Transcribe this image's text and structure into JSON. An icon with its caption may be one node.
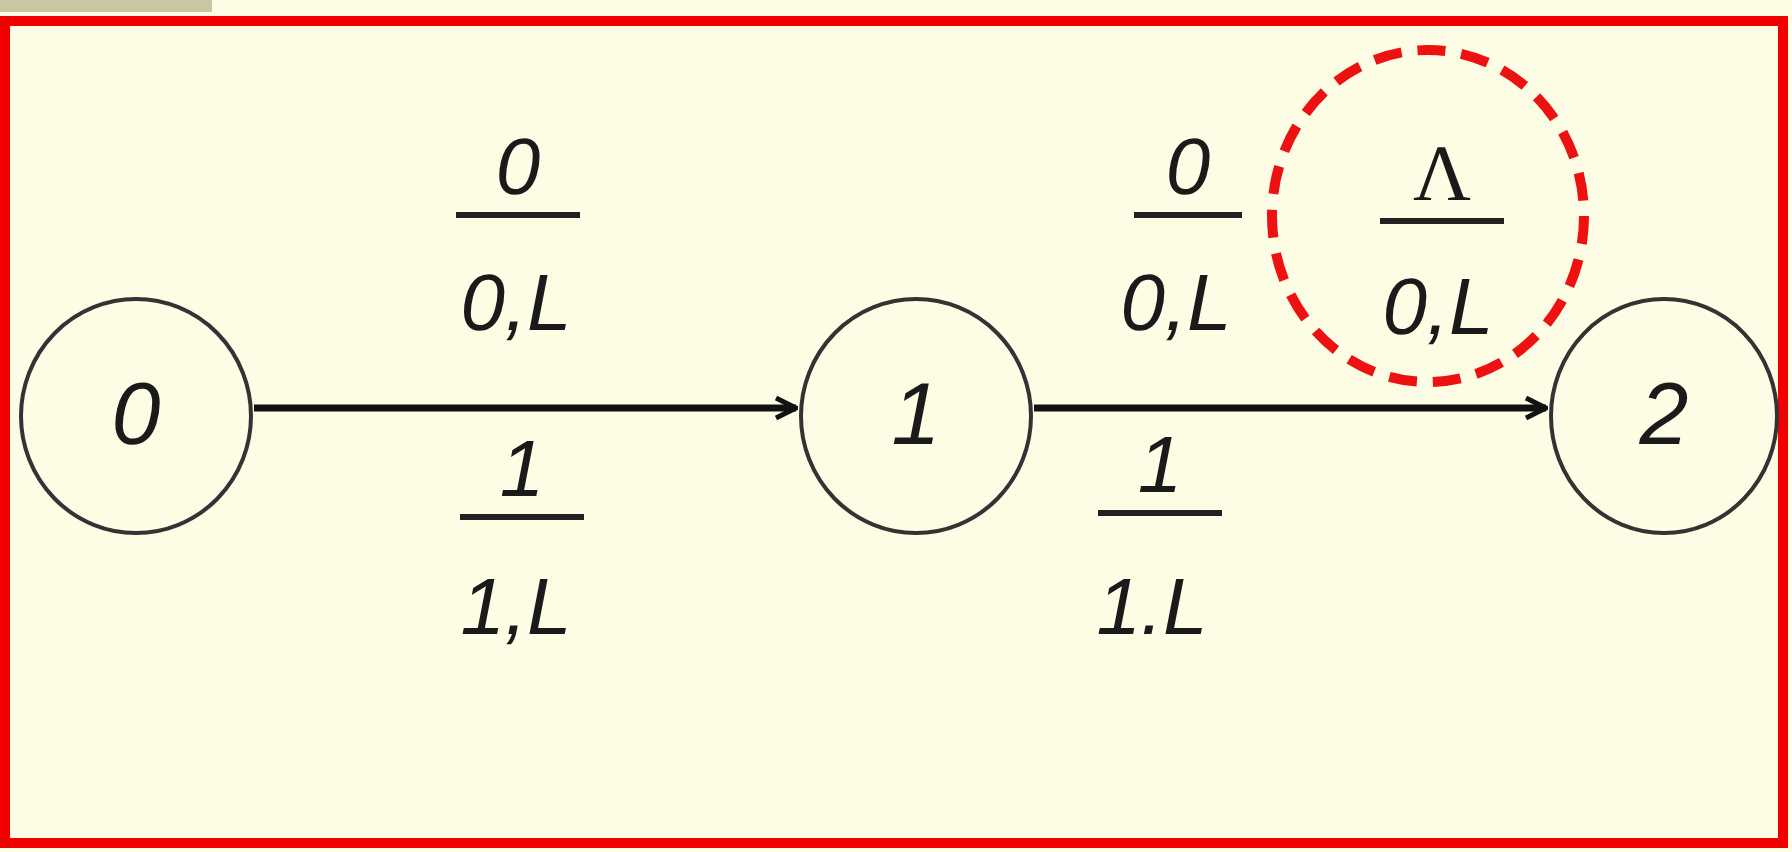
{
  "diagram": {
    "nodes": [
      {
        "text": [
          "0"
        ]
      },
      {
        "text": [
          "1"
        ]
      },
      {
        "text": [
          "Λ",
          "0,L"
        ]
      },
      {
        "text": [
          "2"
        ]
      }
    ],
    "edges": [
      {
        "from": 0,
        "to": 1,
        "arrow": "to"
      },
      {
        "from": 1,
        "to": 3,
        "arrow": "to"
      }
    ],
    "labels": [
      "0",
      "0,L",
      "1",
      "1,L",
      "0",
      "0,L",
      "1",
      "1.L"
    ]
  }
}
